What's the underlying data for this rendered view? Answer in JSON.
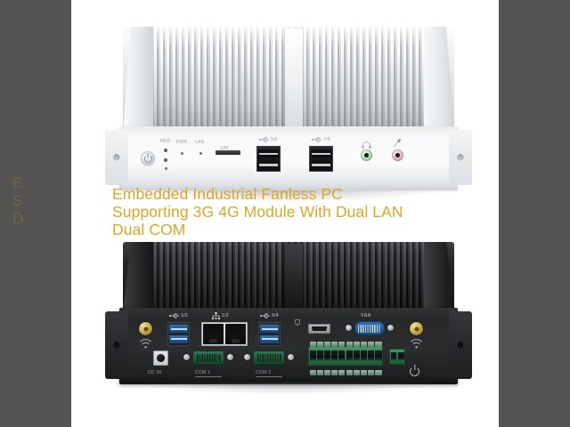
{
  "media": {
    "kind": "product-photo",
    "background_color": "#ffffff",
    "pillar_color": "#555453"
  },
  "overlay": {
    "color": "#d9a62a",
    "lines": [
      "Embedded Industrial Fanless PC",
      "Supporting 3G 4G Module With Dual LAN",
      "Dual COM"
    ],
    "watermark_lines": [
      "E",
      "S",
      "D"
    ]
  },
  "products": [
    {
      "id": "white-unit",
      "name": "Fanless Embedded PC (white) — front panel",
      "finish": "silver-white anodized aluminium",
      "view": "front",
      "front_panel": {
        "power_button_label": "power-button",
        "indicator_labels": [
          "HDD",
          "PWR",
          "LAN"
        ],
        "ports": [
          {
            "name": "sim-card-slot",
            "label": "SIM",
            "icon": "sim-card-icon"
          },
          {
            "name": "usb-port-5-6",
            "label": "5/6",
            "icon": "usb-icon"
          },
          {
            "name": "usb-port-7-8",
            "label": "7/8",
            "icon": "usb-icon"
          },
          {
            "name": "headphone-jack",
            "label": "",
            "icon": "headphone-icon",
            "color": "#9ed09b"
          },
          {
            "name": "microphone-jack",
            "label": "",
            "icon": "microphone-icon",
            "color": "#dba3be"
          }
        ]
      }
    },
    {
      "id": "black-unit",
      "name": "Fanless Embedded PC (black) — rear I/O panel",
      "finish": "black anodized aluminium",
      "view": "rear",
      "rear_panel": {
        "top_row": [
          {
            "name": "usb-port-1-2",
            "label": "1/2",
            "icon": "usb-icon"
          },
          {
            "name": "lan-port-1-2",
            "label": "1/2",
            "icon": "lan-icon"
          },
          {
            "name": "usb-port-3-4",
            "label": "3/4",
            "icon": "usb-icon"
          },
          {
            "name": "hdmi-port",
            "label": "",
            "icon": "hdmi-icon"
          },
          {
            "name": "vga-port",
            "label": "VGA",
            "icon": "vga-icon"
          }
        ],
        "bottom_row": [
          {
            "name": "dc-in-jack",
            "label": "DC IN"
          },
          {
            "name": "com-port-1",
            "label": "COM 1"
          },
          {
            "name": "com-port-2",
            "label": "COM 2"
          },
          {
            "name": "dio-terminal-block",
            "label": ""
          },
          {
            "name": "aux-terminal-block",
            "label": ""
          },
          {
            "name": "power-button",
            "label": ""
          }
        ],
        "antennas": [
          {
            "name": "antenna-connector-left",
            "icon": "wifi-icon"
          },
          {
            "name": "antenna-connector-right",
            "icon": "wifi-icon"
          }
        ]
      }
    }
  ]
}
